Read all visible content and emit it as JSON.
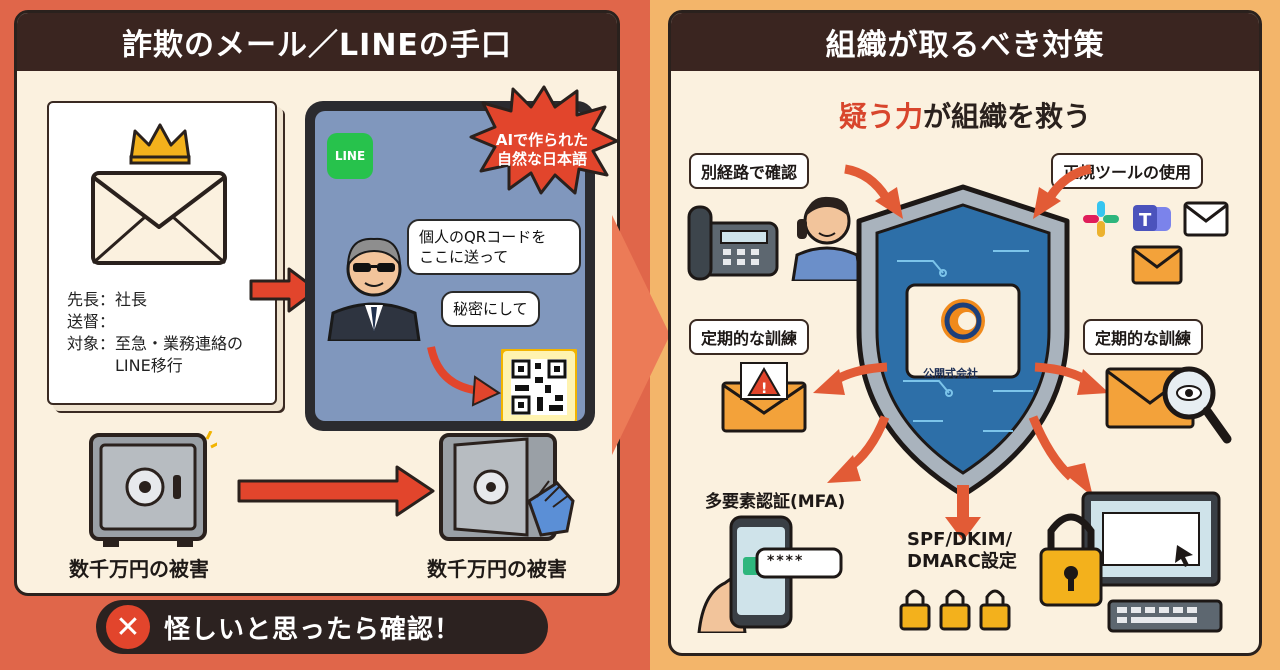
{
  "left": {
    "title": "詐欺のメール／LINEの手口",
    "email": {
      "from_line": "先長：社長",
      "cc_line": "送督：",
      "subject_line1": "対象：至急・業務連絡の",
      "subject_line2": "LINE移行"
    },
    "line_logo": "LINE",
    "burst": {
      "line1": "AIで作られた",
      "line2": "自然な日本語"
    },
    "chat": {
      "bubble1_line1": "個人のQRコードを",
      "bubble1_line2": "ここに送って",
      "bubble2": "秘密にして"
    },
    "damage_left": "数千万円の被害",
    "damage_right": "数千万円の被害",
    "warning": "怪しいと思ったら確認！"
  },
  "right": {
    "title": "組織が取るべき対策",
    "subtitle_highlight": "疑う力",
    "subtitle_rest": "が組織を救う",
    "verify": "別経路で確認",
    "official_tools": "正規ツールの使用",
    "training_left": "定期的な訓練",
    "training_right": "定期的な訓練",
    "company": "公開式会社",
    "mfa": "多要素認証(MFA)",
    "spf_line1": "SPF/DKIM/",
    "spf_line2": "DMARC設定",
    "pin_mask": "****"
  }
}
